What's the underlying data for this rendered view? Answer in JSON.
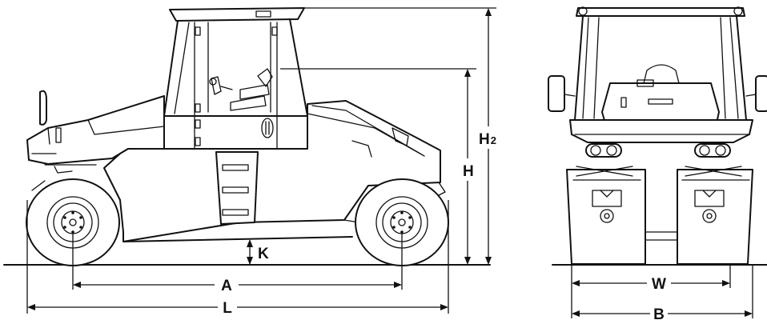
{
  "diagram": {
    "labels": {
      "A": "A",
      "L": "L",
      "K": "K",
      "H": "H",
      "H2_letter": "H",
      "H2_sub": "2",
      "W": "W",
      "B": "B"
    },
    "colors": {
      "ink": "#111111",
      "background": "#ffffff"
    }
  }
}
